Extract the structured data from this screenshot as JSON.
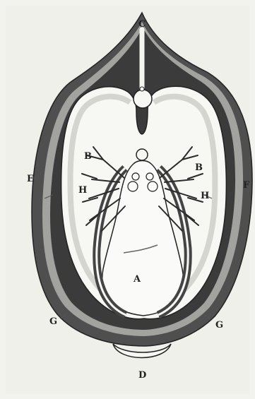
{
  "labels": {
    "top": "C",
    "bottom": "D",
    "left_outer": "E",
    "right_outer": "F",
    "left_branch": "B",
    "right_branch": "B",
    "left_inner": "H",
    "right_inner": "H",
    "center": "A",
    "lower_left": "G",
    "lower_right": "G"
  },
  "colors": {
    "background": "#f2f2ee",
    "outer_band": "#5a5a5a",
    "dark_layer": "#2f2f2f",
    "light_layer": "#d9d9d6",
    "inner_space": "#f7f7f4",
    "wire": "#2a2a2a"
  }
}
